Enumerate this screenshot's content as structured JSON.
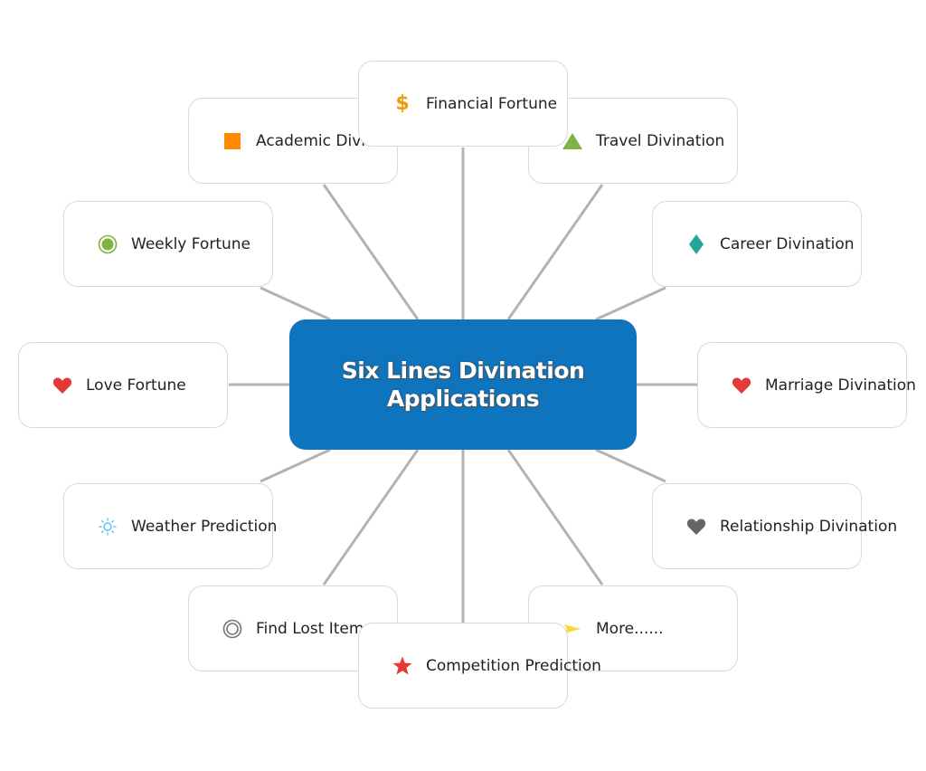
{
  "title": "Six Lines Divination Applications",
  "colors": {
    "center_fill": "#0e74bd",
    "connector": "#b3b3b3",
    "node_border": "#d9d9d9"
  },
  "nodes": [
    {
      "key": "financial",
      "label": "Financial Fortune",
      "icon": "dollar-icon",
      "color": "#f29a0e"
    },
    {
      "key": "academic",
      "label": "Academic Divination",
      "icon": "square-icon",
      "color": "#ff8a00"
    },
    {
      "key": "travel",
      "label": "Travel Divination",
      "icon": "triangle-icon",
      "color": "#7cb342"
    },
    {
      "key": "weekly",
      "label": "Weekly Fortune",
      "icon": "target-icon",
      "color": "#7cb342"
    },
    {
      "key": "career",
      "label": "Career Divination",
      "icon": "diamond-icon",
      "color": "#26a69a"
    },
    {
      "key": "love",
      "label": "Love Fortune",
      "icon": "heart-icon",
      "color": "#e53935"
    },
    {
      "key": "marriage",
      "label": "Marriage Divination",
      "icon": "heart-icon",
      "color": "#e53935"
    },
    {
      "key": "weather",
      "label": "Weather Prediction",
      "icon": "sun-icon",
      "color": "#4fc3f7"
    },
    {
      "key": "relationship",
      "label": "Relationship Divination",
      "icon": "heart-icon",
      "color": "#666666"
    },
    {
      "key": "lost",
      "label": "Find Lost Items",
      "icon": "rings-icon",
      "color": "#777777"
    },
    {
      "key": "more",
      "label": "More......",
      "icon": "arrow-icon",
      "color": "#fdd835"
    },
    {
      "key": "competition",
      "label": "Competition Prediction",
      "icon": "star-icon",
      "color": "#e53935"
    }
  ]
}
